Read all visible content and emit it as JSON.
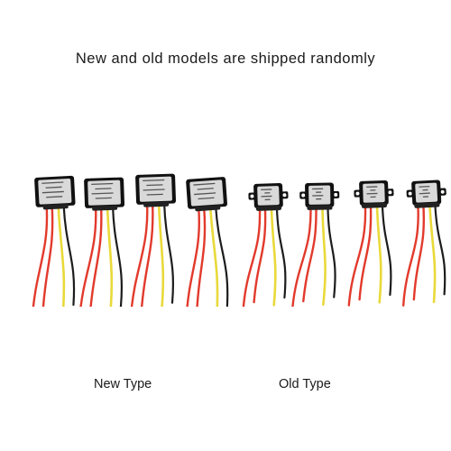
{
  "headline": "New and old models are shipped randomly",
  "groups": [
    {
      "label": "New Type",
      "count": 4
    },
    {
      "label": "Old Type",
      "count": 4
    }
  ],
  "colors": {
    "wire_red": "#e23a2c",
    "wire_yellow": "#e9d93a",
    "wire_black": "#1c1c1c",
    "module_body": "#111111",
    "module_label": "#d9d9d9",
    "text": "#1a1a1a"
  }
}
